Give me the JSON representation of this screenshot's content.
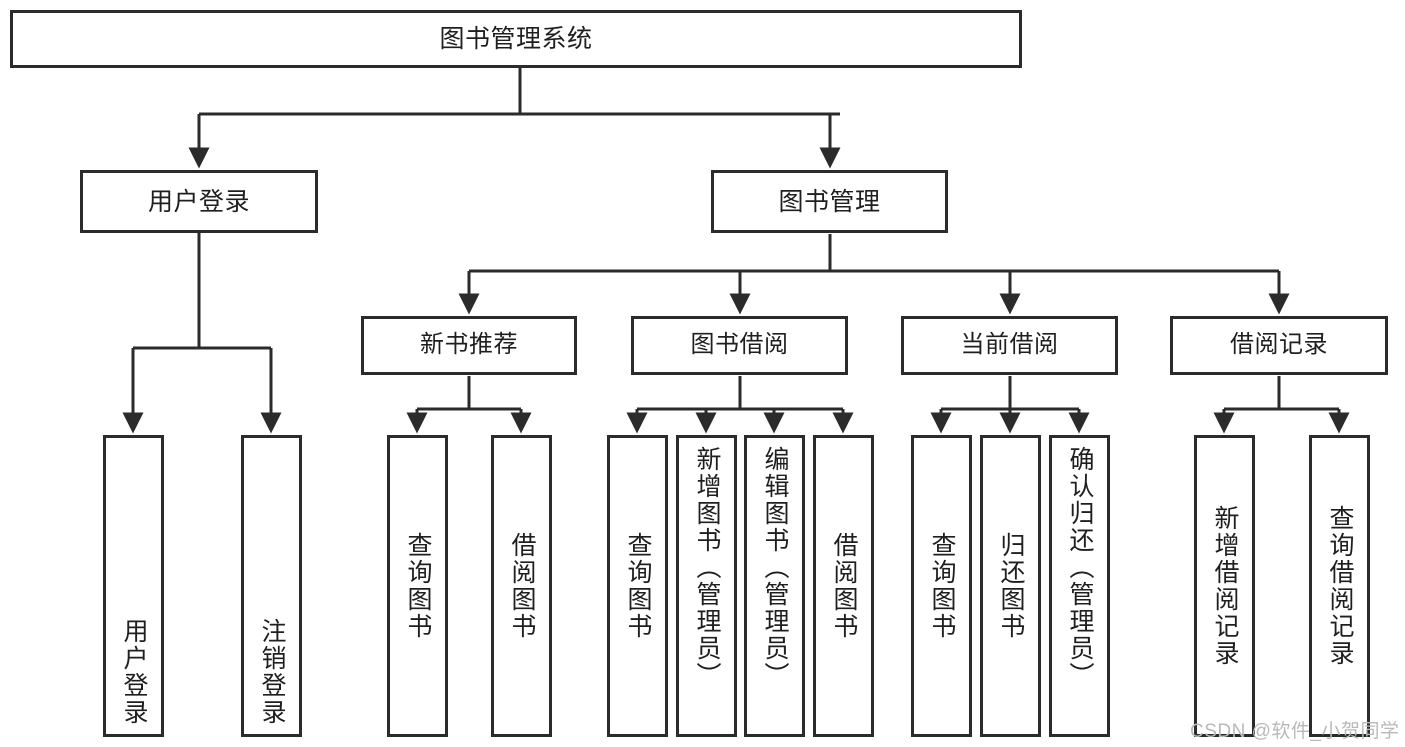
{
  "diagram": {
    "title": "图书管理系统",
    "type": "tree-hierarchy",
    "watermark": "CSDN @软件_小贺同学",
    "root": {
      "label": "图书管理系统"
    },
    "level2": [
      {
        "label": "用户登录"
      },
      {
        "label": "图书管理"
      }
    ],
    "level3": [
      {
        "label": "新书推荐"
      },
      {
        "label": "图书借阅"
      },
      {
        "label": "当前借阅"
      },
      {
        "label": "借阅记录"
      }
    ],
    "leaves": {
      "user_login": [
        {
          "label": "用户登录"
        },
        {
          "label": "注销登录"
        }
      ],
      "new_book_recommend": [
        {
          "label": "查询图书"
        },
        {
          "label": "借阅图书"
        }
      ],
      "book_borrow": [
        {
          "label": "查询图书"
        },
        {
          "label": "新增图书（管理员）"
        },
        {
          "label": "编辑图书（管理员）"
        },
        {
          "label": "借阅图书"
        }
      ],
      "current_borrow": [
        {
          "label": "查询图书"
        },
        {
          "label": "归还图书"
        },
        {
          "label": "确认归还（管理员）"
        }
      ],
      "borrow_record": [
        {
          "label": "新增借阅记录"
        },
        {
          "label": "查询借阅记录"
        }
      ]
    },
    "colors": {
      "stroke": "#2b2b2b",
      "background": "#ffffff",
      "text": "#1f1f1f",
      "watermark": "#b9b9b9"
    }
  }
}
